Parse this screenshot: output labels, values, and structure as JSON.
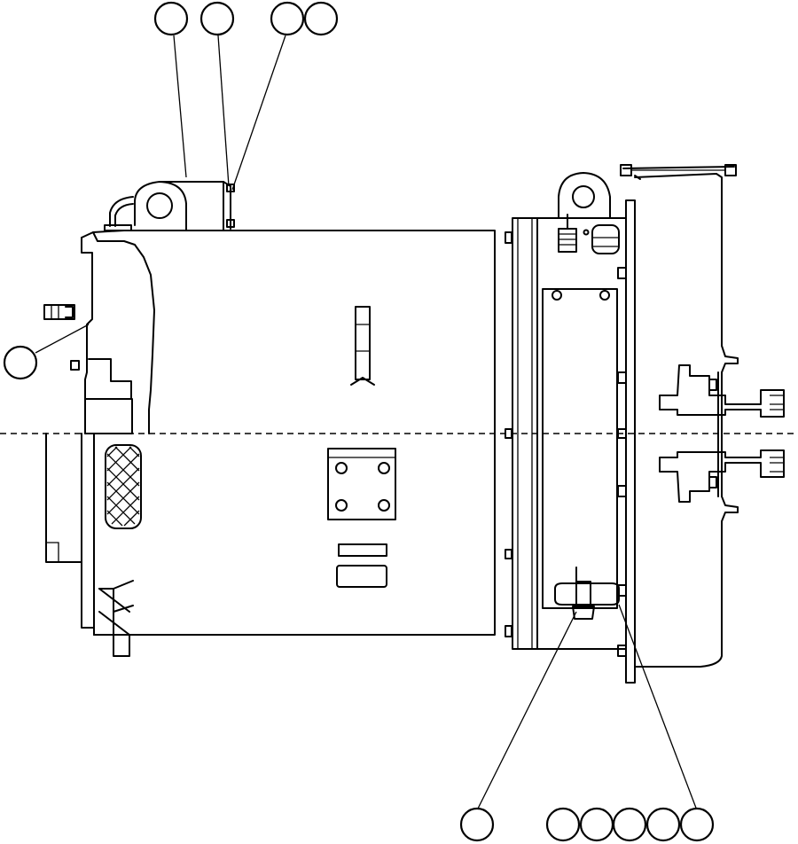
{
  "diagram": {
    "balloons_top": [
      {
        "id": "balloon-top-1",
        "label": ""
      },
      {
        "id": "balloon-top-2",
        "label": ""
      },
      {
        "id": "balloon-top-3",
        "label": ""
      },
      {
        "id": "balloon-top-4",
        "label": ""
      }
    ],
    "balloon_left": {
      "id": "balloon-left",
      "label": ""
    },
    "balloons_bottom": [
      {
        "id": "balloon-bottom-1",
        "label": ""
      },
      {
        "id": "balloon-bottom-2",
        "label": ""
      },
      {
        "id": "balloon-bottom-3",
        "label": ""
      },
      {
        "id": "balloon-bottom-4",
        "label": ""
      },
      {
        "id": "balloon-bottom-5",
        "label": ""
      },
      {
        "id": "balloon-bottom-6",
        "label": ""
      }
    ],
    "line_color": "#000000",
    "background": "#ffffff"
  }
}
